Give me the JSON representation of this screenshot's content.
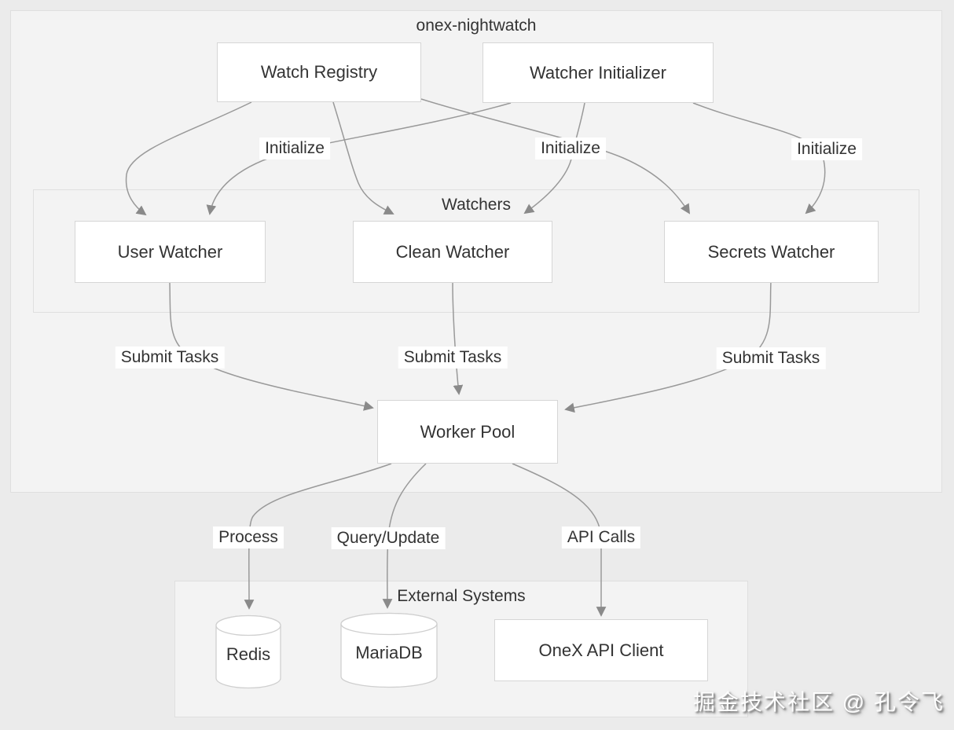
{
  "diagram": {
    "type": "flowchart",
    "groups": {
      "onex_nightwatch": {
        "label": "onex-nightwatch"
      },
      "watchers": {
        "label": "Watchers"
      },
      "external_systems": {
        "label": "External Systems"
      }
    },
    "nodes": {
      "watch_registry": {
        "label": "Watch Registry",
        "shape": "rect",
        "group": "onex_nightwatch"
      },
      "watcher_initializer": {
        "label": "Watcher Initializer",
        "shape": "rect",
        "group": "onex_nightwatch"
      },
      "user_watcher": {
        "label": "User Watcher",
        "shape": "rect",
        "group": "watchers"
      },
      "clean_watcher": {
        "label": "Clean Watcher",
        "shape": "rect",
        "group": "watchers"
      },
      "secrets_watcher": {
        "label": "Secrets Watcher",
        "shape": "rect",
        "group": "watchers"
      },
      "worker_pool": {
        "label": "Worker Pool",
        "shape": "rect",
        "group": "onex_nightwatch"
      },
      "redis": {
        "label": "Redis",
        "shape": "cylinder",
        "group": "external_systems"
      },
      "mariadb": {
        "label": "MariaDB",
        "shape": "cylinder",
        "group": "external_systems"
      },
      "onex_api_client": {
        "label": "OneX API Client",
        "shape": "rect",
        "group": "external_systems"
      }
    },
    "edges": [
      {
        "from": "watch_registry",
        "to": "user_watcher",
        "label": ""
      },
      {
        "from": "watch_registry",
        "to": "clean_watcher",
        "label": ""
      },
      {
        "from": "watch_registry",
        "to": "secrets_watcher",
        "label": ""
      },
      {
        "from": "watcher_initializer",
        "to": "user_watcher",
        "label": "Initialize"
      },
      {
        "from": "watcher_initializer",
        "to": "clean_watcher",
        "label": "Initialize"
      },
      {
        "from": "watcher_initializer",
        "to": "secrets_watcher",
        "label": "Initialize"
      },
      {
        "from": "user_watcher",
        "to": "worker_pool",
        "label": "Submit Tasks"
      },
      {
        "from": "clean_watcher",
        "to": "worker_pool",
        "label": "Submit Tasks"
      },
      {
        "from": "secrets_watcher",
        "to": "worker_pool",
        "label": "Submit Tasks"
      },
      {
        "from": "worker_pool",
        "to": "redis",
        "label": "Process"
      },
      {
        "from": "worker_pool",
        "to": "mariadb",
        "label": "Query/Update"
      },
      {
        "from": "worker_pool",
        "to": "onex_api_client",
        "label": "API Calls"
      }
    ],
    "watermark": "掘金技术社区 @ 孔令飞",
    "colors": {
      "page_bg": "#ebebeb",
      "group_fill": "#f3f3f3",
      "group_border": "#dfdfdf",
      "node_fill": "#ffffff",
      "node_border": "#d6d6d6",
      "edge_stroke": "#999999",
      "arrowhead": "#8a8a8a",
      "text": "#333333"
    }
  }
}
